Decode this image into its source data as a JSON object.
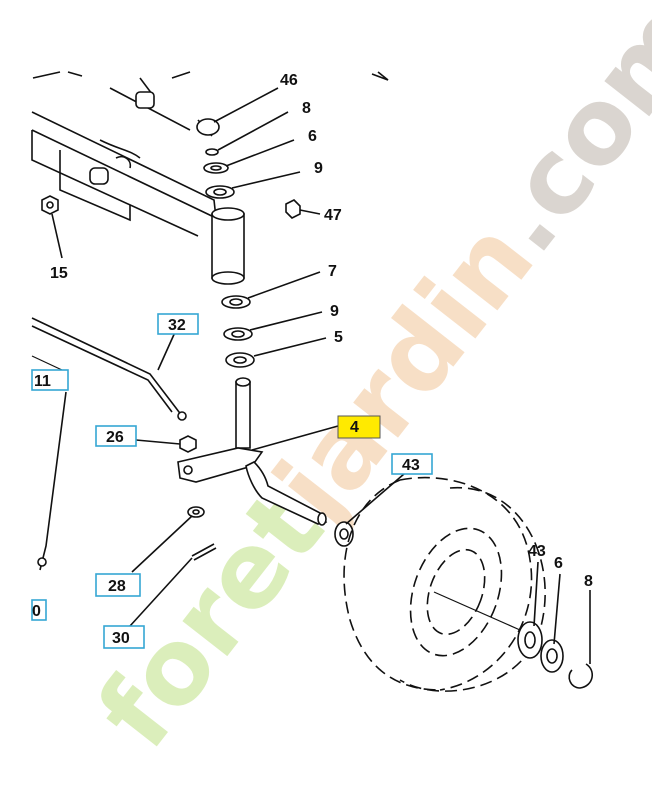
{
  "diagram": {
    "labels": {
      "p46": "46",
      "p8a": "8",
      "p6a": "6",
      "p9a": "9",
      "p47": "47",
      "p15": "15",
      "p7": "7",
      "p9b": "9",
      "p5": "5",
      "p32": "32",
      "p11": "11",
      "p4": "4",
      "p26": "26",
      "p43a": "43",
      "p28": "28",
      "p30": "30",
      "p0": "0",
      "p43b": "43",
      "p6b": "6",
      "p8b": "8"
    },
    "highlight_color": "#ffea00",
    "callout_box_color": "#35a7d4"
  },
  "watermark": {
    "part1": "foret",
    "part2": "jardin",
    "part3": ".com",
    "color1": "#d8edb4",
    "color2": "#f7dcc0",
    "color3": "#d6d1cb"
  }
}
